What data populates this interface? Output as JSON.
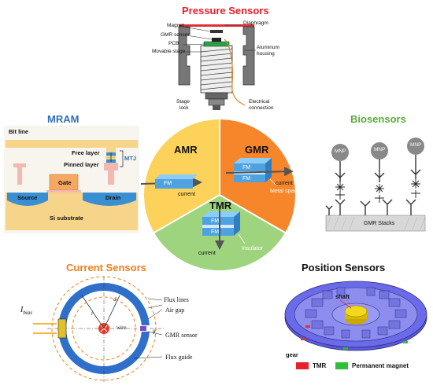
{
  "titles": {
    "pressure": "Pressure Sensors",
    "mram": "MRAM",
    "biosensors": "Biosensors",
    "current": "Current Sensors",
    "position": "Position Sensors"
  },
  "colors": {
    "pressure_title": "#e8202a",
    "mram_title": "#2e6fba",
    "bio_title": "#5aab3c",
    "current_title": "#f07f1b",
    "position_title": "#111111",
    "amr_sector": "#fcd25a",
    "gmr_sector": "#f7862b",
    "tmr_sector": "#9fd47f",
    "fm_layer": "#4ea2e0"
  },
  "pressure": {
    "magnet": "Magnet",
    "diaphragm": "Diaphragm",
    "gmr_sensor": "GMR sensor",
    "pcb": "PCB",
    "movable_stage": "Movable stage",
    "aluminum": "Aluminum",
    "housing": "housing",
    "stage": "Stage",
    "lock": "lock",
    "electrical": "Electrical",
    "connection": "connection"
  },
  "mram": {
    "bit_line": "Bit line",
    "free_layer": "Free layer",
    "pinned_layer": "Pinned layer",
    "mtj": "MTJ",
    "gate": "Gate",
    "source": "Source",
    "drain": "Drain",
    "substrate": "Si substrate"
  },
  "center": {
    "amr": "AMR",
    "gmr": "GMR",
    "tmr": "TMR",
    "fm": "FM",
    "current": "current",
    "metal_spacer": "Metal spacer",
    "insulator": "Insulator"
  },
  "bio": {
    "mnp": "MNP",
    "gmr_stacks": "GMR Stacks"
  },
  "current_sensor": {
    "ibias": "I",
    "ibias_sub": "bias",
    "flux_lines": "Flux lines",
    "air_gap": "Air gap",
    "wire": "wire",
    "gmr_sensor": "GMR sensor",
    "flux_guide": "Flux guide",
    "r_label": "r",
    "d_label": "d",
    "g_label": "g"
  },
  "position": {
    "shaft": "shaft",
    "gear": "gear",
    "tmr": "TMR",
    "permanent_magnet": "Permanent magnet"
  }
}
